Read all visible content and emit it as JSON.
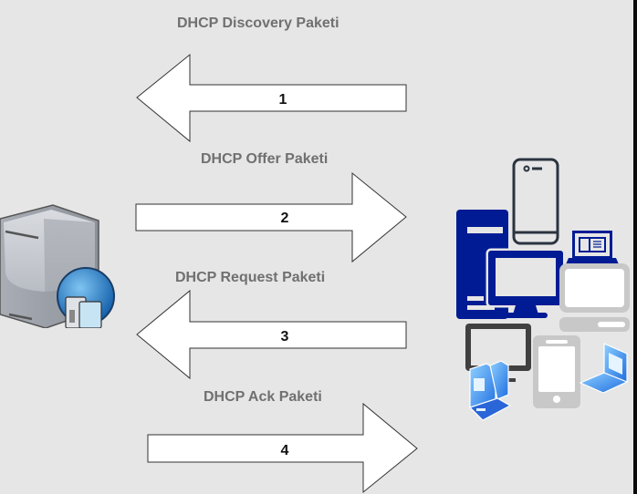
{
  "diagram": {
    "title": "DHCP message exchange",
    "server": {
      "icon": "server-icon",
      "role": "DHCP Server"
    },
    "clients": {
      "icon": "client-devices-icon",
      "devices": [
        "desktop-tower",
        "smartphone",
        "monitor",
        "laptop",
        "tablet",
        "printer",
        "laptop-3d",
        "network-device"
      ]
    },
    "messages": [
      {
        "number": "1",
        "label": "DHCP Discovery Paketi",
        "direction": "to-server"
      },
      {
        "number": "2",
        "label": "DHCP Offer Paketi",
        "direction": "to-client"
      },
      {
        "number": "3",
        "label": "DHCP Request Paketi",
        "direction": "to-server"
      },
      {
        "number": "4",
        "label": "DHCP Ack Paketi",
        "direction": "to-client"
      }
    ],
    "colors": {
      "background": "#e6e6e6",
      "label": "#707070",
      "arrow_fill": "#ffffff",
      "arrow_stroke": "#333333",
      "device_navy": "#001b94",
      "device_dark": "#404040",
      "device_gray": "#c8c8c8",
      "device_blue": "#3b8cf0"
    }
  }
}
